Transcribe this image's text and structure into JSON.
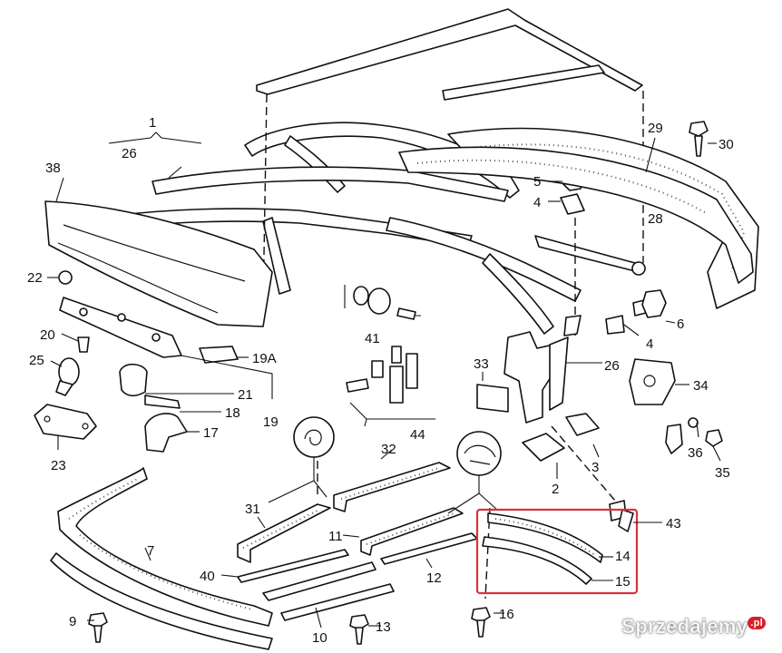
{
  "watermark": {
    "text": "Sprzedajemy",
    "tld": ".pl"
  },
  "highlight_color": "#d6333f",
  "callouts": [
    "1",
    "26",
    "38",
    "22",
    "20",
    "25",
    "23",
    "19A",
    "21",
    "18",
    "17",
    "19",
    "41",
    "44",
    "33",
    "26",
    "4",
    "6",
    "5",
    "4",
    "29",
    "30",
    "28",
    "34",
    "36",
    "35",
    "3",
    "2",
    "43",
    "32",
    "31",
    "11",
    "12",
    "14",
    "15",
    "7",
    "40",
    "9",
    "10",
    "13",
    "16"
  ]
}
